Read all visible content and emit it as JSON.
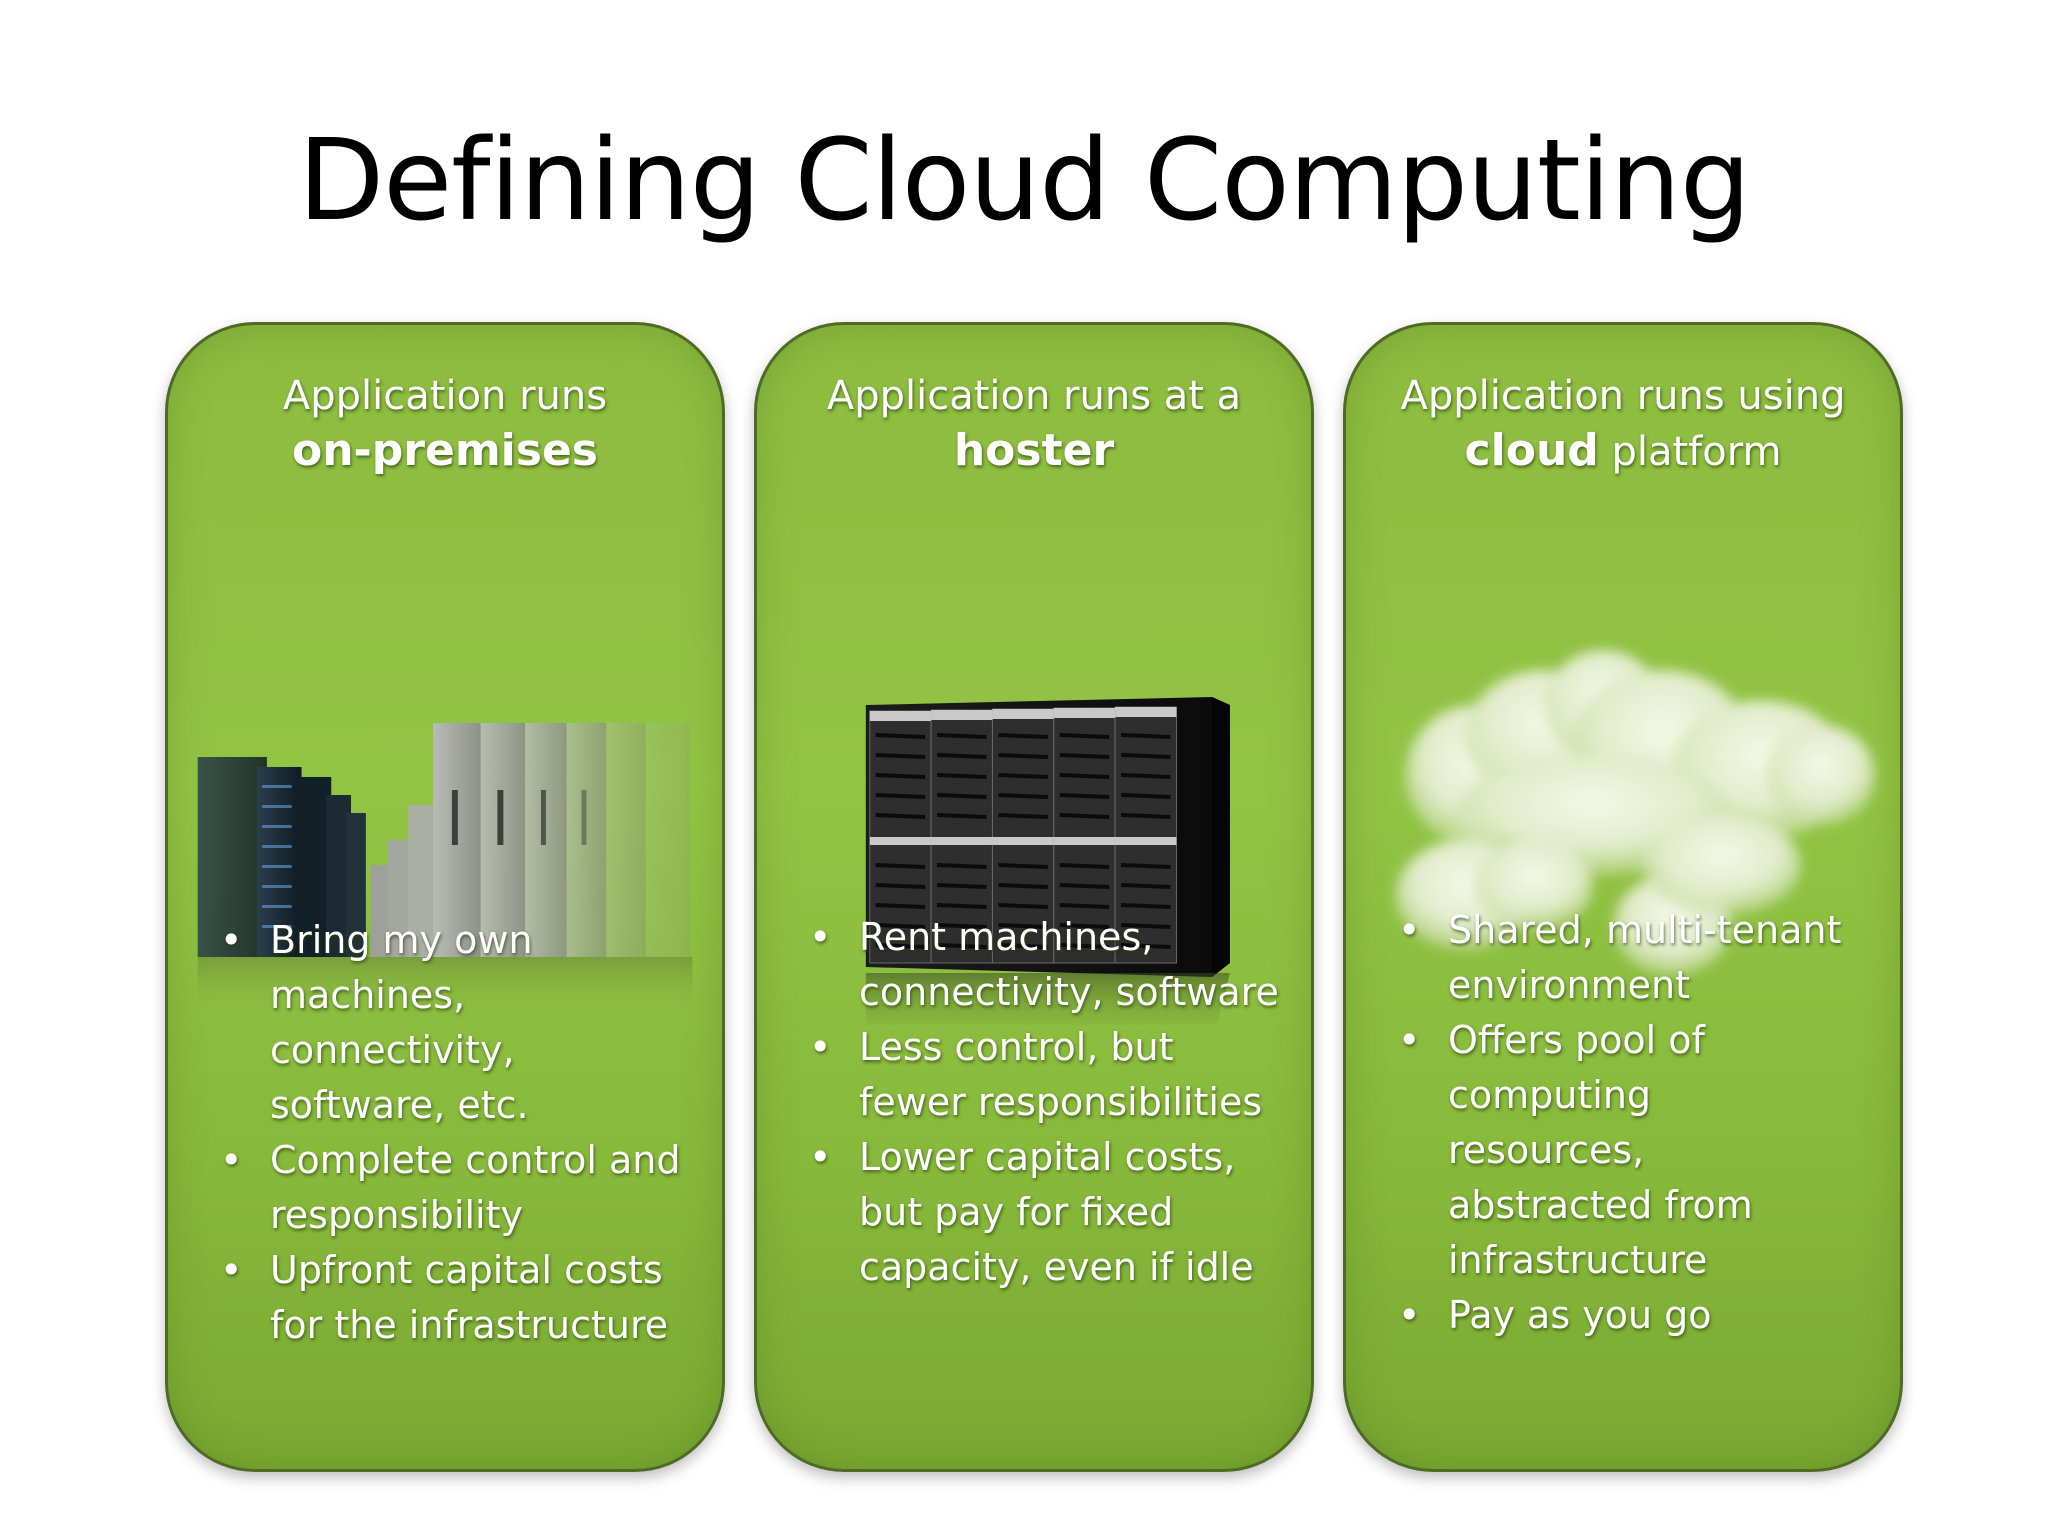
{
  "slide": {
    "title": "Defining Cloud Computing"
  },
  "panels": [
    {
      "header_line1": "Application runs",
      "header_bold": "on-premises",
      "header_rest": "",
      "image_icon": "server-racks-image",
      "bullets": [
        "Bring my own machines, connectivity, software, etc.",
        "Complete control and responsibility",
        "Upfront capital costs for the infrastructure"
      ]
    },
    {
      "header_line1": "Application runs at a",
      "header_bold": "hoster",
      "header_rest": "",
      "image_icon": "hosted-server-cabinet-image",
      "bullets": [
        "Rent machines, connectivity, software",
        "Less control, but fewer responsibilities",
        "Lower capital costs, but pay for fixed capacity, even if idle"
      ]
    },
    {
      "header_line1": "Application runs using",
      "header_bold": "cloud",
      "header_rest": " platform",
      "image_icon": "cloud-image",
      "bullets": [
        "Shared, multi-tenant environment",
        "Offers pool of computing resources, abstracted from infrastructure",
        "Pay as you go"
      ]
    }
  ],
  "colors": {
    "panel_green": "#8cbc3e",
    "panel_border": "#4e6a25",
    "text_white": "#ffffff",
    "title_black": "#000000"
  },
  "bullet_glyph": "•"
}
